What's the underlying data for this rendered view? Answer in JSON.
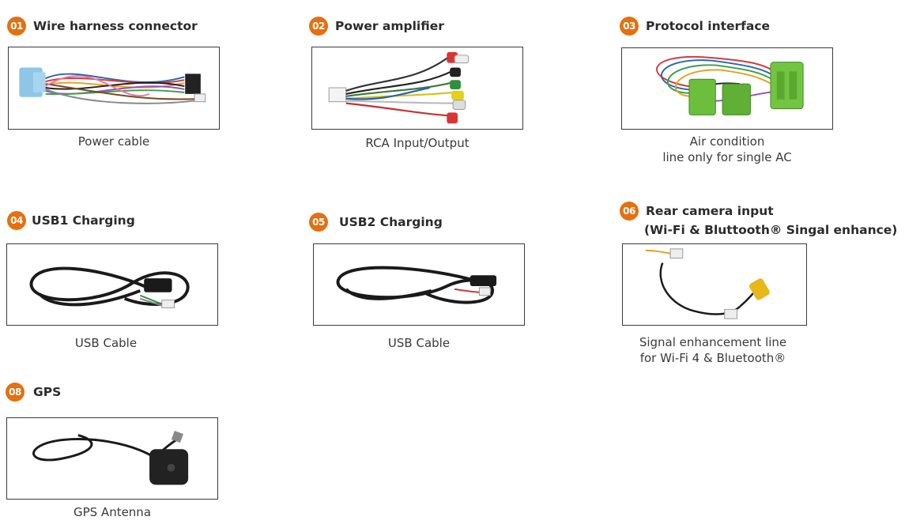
{
  "items": [
    {
      "num": "01",
      "title": "Wire harness connector",
      "caption": [
        "Power cable"
      ]
    },
    {
      "num": "02",
      "title": "Power amplifier",
      "caption": [
        "RCA Input/Output"
      ]
    },
    {
      "num": "03",
      "title": "Protocol interface",
      "caption": [
        "Air condition",
        "line only for single AC"
      ]
    },
    {
      "num": "04",
      "title": "USB1 Charging",
      "caption": [
        "USB Cable"
      ]
    },
    {
      "num": "05",
      "title": "USB2 Charging",
      "caption": [
        "USB Cable"
      ]
    },
    {
      "num": "06",
      "title": "Rear camera input",
      "subtitle": "(Wi-Fi & Bluttooth® Singal enhance)",
      "caption": [
        "Signal enhancement line",
        "for Wi-Fi 4 & Bluetooth®"
      ]
    },
    {
      "num": "08",
      "title": "GPS",
      "caption": [
        "GPS Antenna"
      ]
    }
  ],
  "icons": [
    "wire-harness-image",
    "rca-cable-image",
    "protocol-interface-image",
    "usb-cable-image",
    "usb-cable-image",
    "camera-cable-image",
    "gps-antenna-image"
  ],
  "colors": {
    "accent": "#e4700f",
    "frame": "#3a3a3a"
  }
}
